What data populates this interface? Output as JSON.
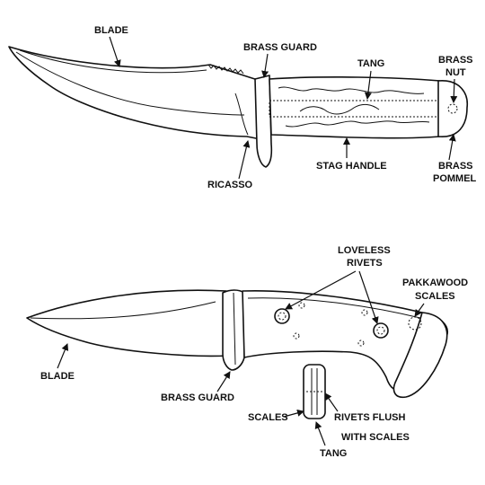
{
  "diagram": {
    "top_knife": {
      "labels": {
        "blade": "BLADE",
        "brass_guard": "BRASS GUARD",
        "tang": "TANG",
        "brass_nut_1": "BRASS",
        "brass_nut_2": "NUT",
        "ricasso": "RICASSO",
        "stag_handle": "STAG HANDLE",
        "brass_pommel_1": "BRASS",
        "brass_pommel_2": "POMMEL"
      }
    },
    "bottom_knife": {
      "labels": {
        "loveless_1": "LOVELESS",
        "loveless_2": "RIVETS",
        "pakkawood_1": "PAKKAWOOD",
        "pakkawood_2": "SCALES",
        "blade": "BLADE",
        "brass_guard": "BRASS GUARD",
        "scales": "SCALES",
        "rivets_flush_1": "RIVETS FLUSH",
        "rivets_flush_2": "WITH SCALES",
        "tang": "TANG"
      }
    }
  }
}
